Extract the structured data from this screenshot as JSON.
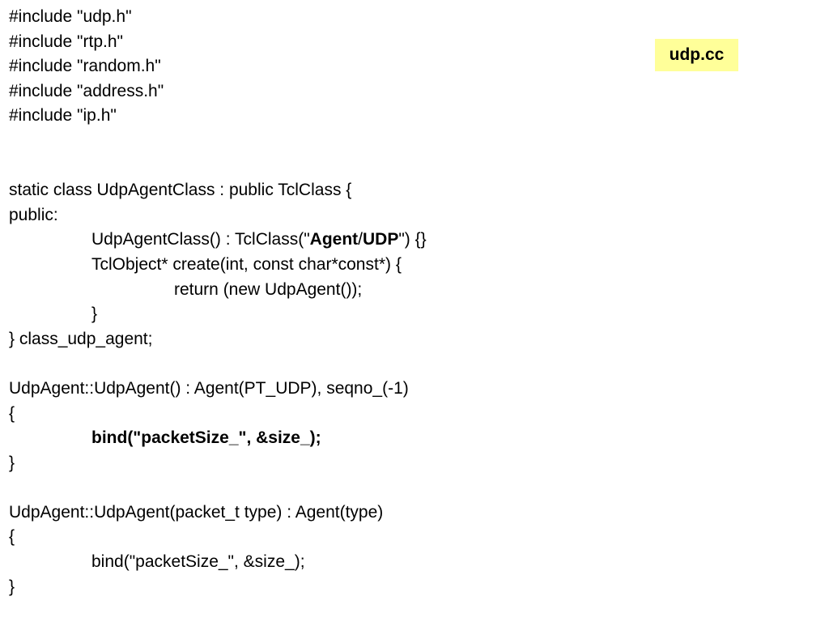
{
  "file_label": "udp.cc",
  "code": {
    "include_udp": "#include \"udp.h\"",
    "include_rtp": "#include \"rtp.h\"",
    "include_random": "#include \"random.h\"",
    "include_address": "#include \"address.h\"",
    "include_ip": "#include \"ip.h\"",
    "class_decl": "static class UdpAgentClass : public TclClass {",
    "public_label": "public:",
    "ctor_pre": "UdpAgentClass() : TclClass(\"",
    "ctor_agent": "Agent",
    "ctor_slash": "/",
    "ctor_udp": "UDP",
    "ctor_post": "\") {}",
    "create_decl": "TclObject* create(int, const char*const*) {",
    "return_stmt": "return (new UdpAgent());",
    "close_brace_inner": "}",
    "class_end": "} class_udp_agent;",
    "ctor1_decl": "UdpAgent::UdpAgent() : Agent(PT_UDP), seqno_(-1)",
    "ctor1_open": "{",
    "ctor1_bind": "bind(\"packetSize_\", &size_);",
    "ctor1_close": "}",
    "ctor2_decl": "UdpAgent::UdpAgent(packet_t type) : Agent(type)",
    "ctor2_open": "{",
    "ctor2_bind": "bind(\"packetSize_\", &size_);",
    "ctor2_close": "}"
  }
}
